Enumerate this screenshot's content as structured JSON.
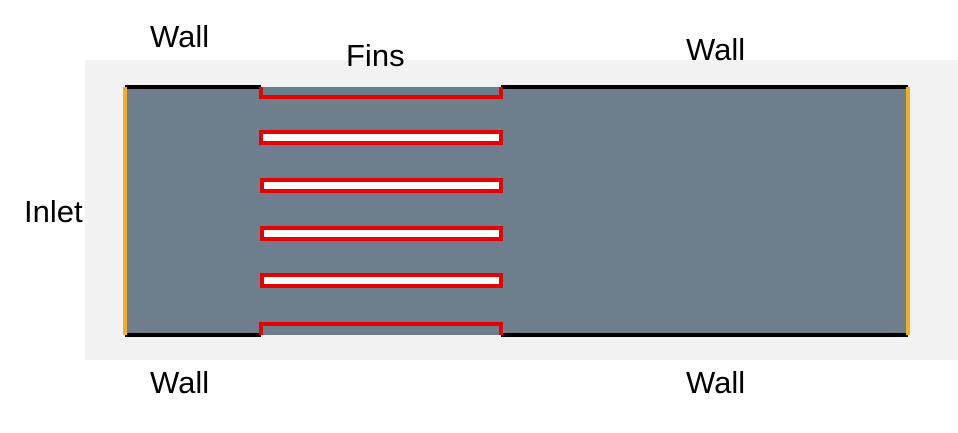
{
  "labels": {
    "wall_top_left": "Wall",
    "fins": "Fins",
    "wall_top_right": "Wall",
    "inlet": "Inlet",
    "wall_bottom_left": "Wall",
    "wall_bottom_right": "Wall"
  },
  "colors": {
    "backdrop": "#f2f2f2",
    "channel": "#6f7e8c",
    "wall": "#000000",
    "fins": "#e00000",
    "fin_fill": "#ffffff",
    "inlet": "#f0b020",
    "outlet": "#f0b020"
  }
}
